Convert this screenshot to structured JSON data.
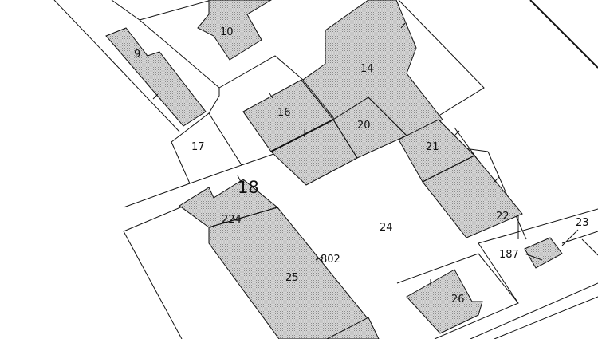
{
  "map": {
    "colors": {
      "background": "#ffffff",
      "line": "#111111",
      "hatch_fill": "#cfcfcf"
    },
    "labels": {
      "p9": "9",
      "p10": "10",
      "p14": "14",
      "p16": "16",
      "p17": "17",
      "p18": "18",
      "p20": "20",
      "p21": "21",
      "p22": "22",
      "p23": "23",
      "p24": "24",
      "p25": "25",
      "p26": "26",
      "p187": "187",
      "p224": "224",
      "p802": "802"
    }
  }
}
